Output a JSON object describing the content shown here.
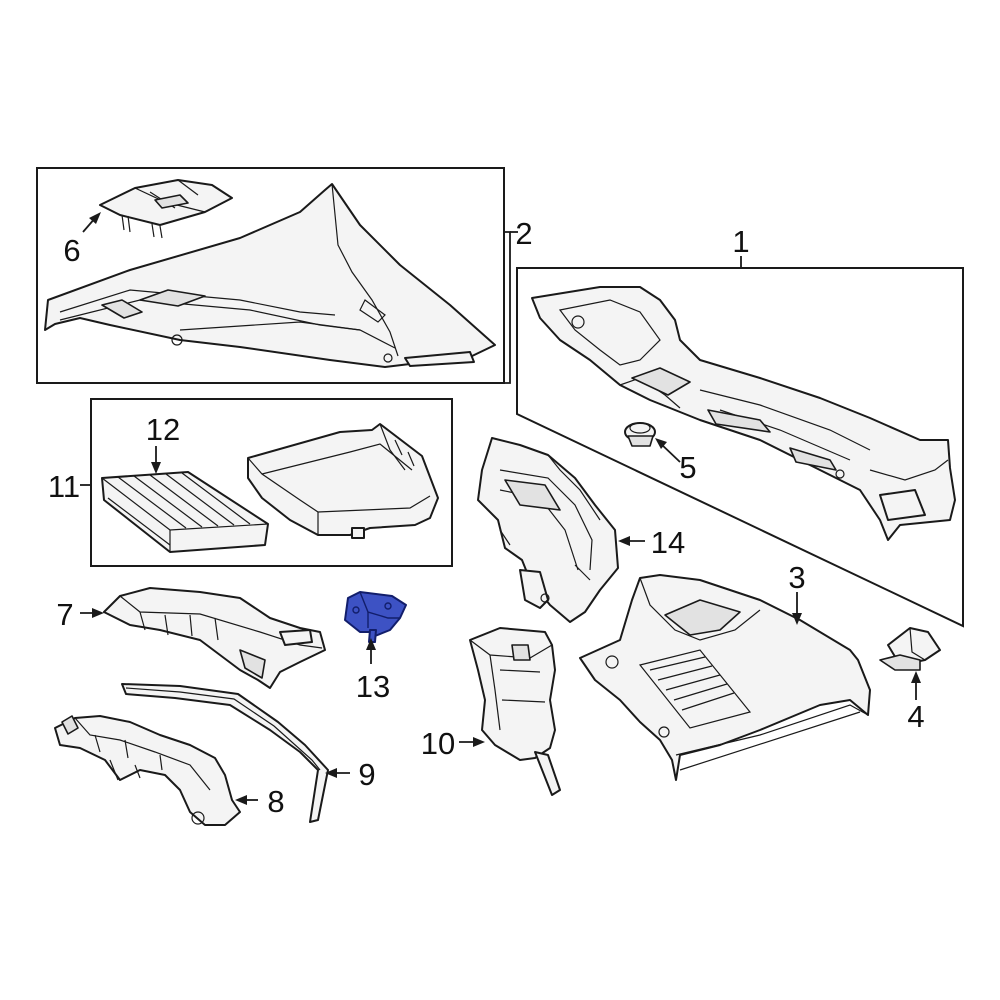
{
  "callouts": {
    "c1": "1",
    "c2": "2",
    "c3": "3",
    "c4": "4",
    "c5": "5",
    "c6": "6",
    "c7": "7",
    "c8": "8",
    "c9": "9",
    "c10": "10",
    "c11": "11",
    "c12": "12",
    "c13": "13",
    "c14": "14"
  },
  "highlight_color": "#3d52c4",
  "highlighted_part": "13"
}
